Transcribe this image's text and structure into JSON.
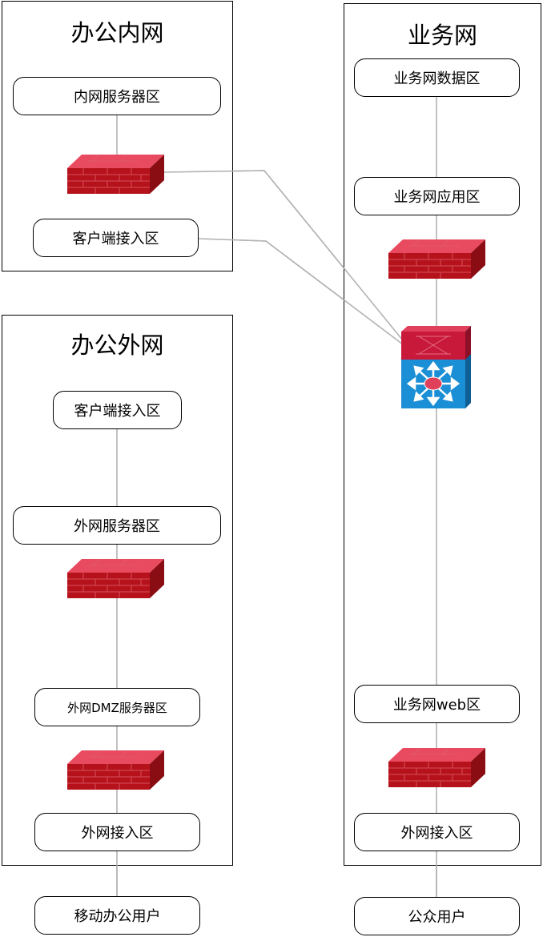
{
  "regions": {
    "office_intranet": {
      "title": "办公内网"
    },
    "office_extranet": {
      "title": "办公外网"
    },
    "business_net": {
      "title": "业务网"
    }
  },
  "nodes": {
    "intranet_server_zone": "内网服务器区",
    "intranet_client_access": "客户端接入区",
    "extranet_client_access": "客户端接入区",
    "extranet_server_zone": "外网服务器区",
    "extranet_dmz_zone": "外网DMZ服务器区",
    "extranet_access_zone": "外网接入区",
    "mobile_office_users": "移动办公用户",
    "biz_data_zone": "业务网数据区",
    "biz_app_zone": "业务网应用区",
    "biz_web_zone": "业务网web区",
    "biz_access_zone": "外网接入区",
    "public_users": "公众用户"
  },
  "icons": {
    "firewall": "firewall-icon",
    "core_switch": "core-switch-icon"
  },
  "colors": {
    "firewall_top": "#e84a5f",
    "firewall_front": "#b5121b",
    "firewall_side": "#8a0d14",
    "switch_red": "#c8193a",
    "switch_blue": "#1a8fd6",
    "link": "#b3b3b3"
  }
}
